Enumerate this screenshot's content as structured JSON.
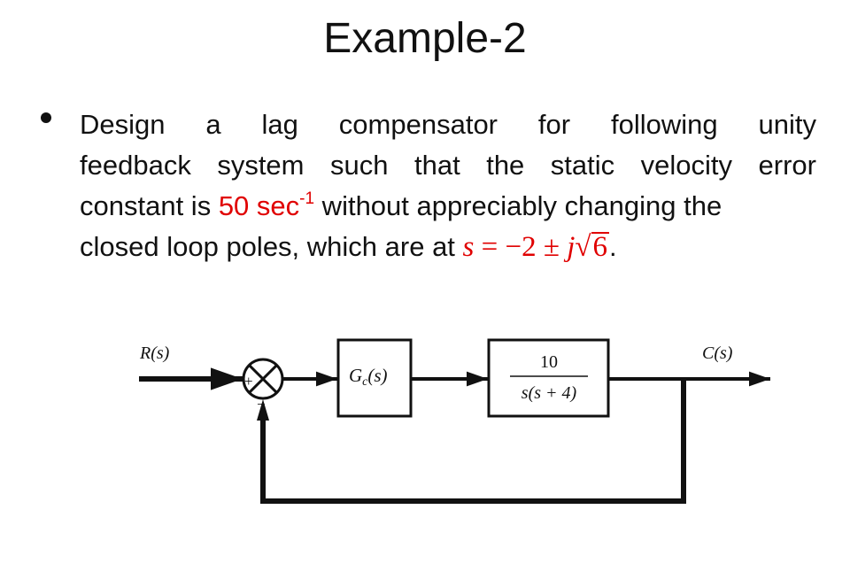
{
  "slide": {
    "title": "Example-2",
    "text": {
      "line1": "Design a lag compensator for following unity",
      "line2": "feedback system such that the static velocity error",
      "line3_pre": "constant is ",
      "line3_value": "50 sec",
      "line3_sup": "-1",
      "line3_post": " without appreciably changing the",
      "line4_pre": "closed loop poles, which are at ",
      "math_lhs": "s",
      "math_eq": " = −2 ± ",
      "math_j": "j",
      "math_sqrt_sign": "√",
      "math_sqrt_arg": "6",
      "line4_post": "."
    },
    "highlight_color": "#e00000"
  },
  "diagram": {
    "input_label": "R(s)",
    "output_label": "C(s)",
    "summing_plus": "+",
    "summing_minus": "−",
    "compensator_label": "G",
    "compensator_sub": "c",
    "compensator_arg": "(s)",
    "plant_numerator": "10",
    "plant_denominator": "s(s + 4)"
  }
}
